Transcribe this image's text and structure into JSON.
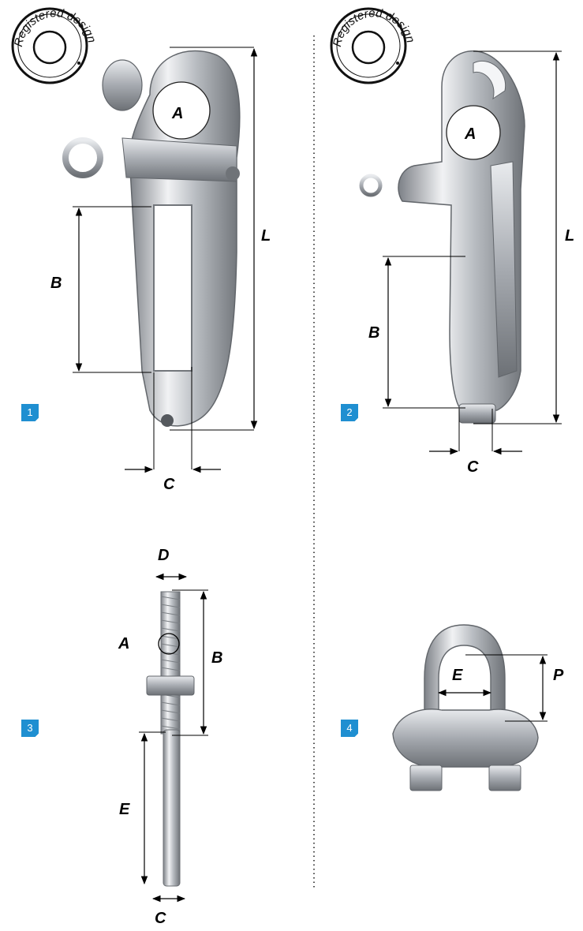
{
  "stamp": {
    "text": "Registered design",
    "color": "#111111"
  },
  "colors": {
    "badge": "#1f8fd1",
    "steel_dark": "#8a8d92",
    "steel_light": "#e6e8eb"
  },
  "figures": [
    {
      "badge": "1",
      "labels": {
        "a": "A",
        "b": "B",
        "c": "C",
        "l": "L"
      }
    },
    {
      "badge": "2",
      "labels": {
        "a": "A",
        "b": "B",
        "c": "C",
        "l": "L"
      }
    },
    {
      "badge": "3",
      "labels": {
        "a": "A",
        "b": "B",
        "c": "C",
        "d": "D",
        "e": "E"
      }
    },
    {
      "badge": "4",
      "labels": {
        "e": "E",
        "p": "P"
      }
    }
  ]
}
